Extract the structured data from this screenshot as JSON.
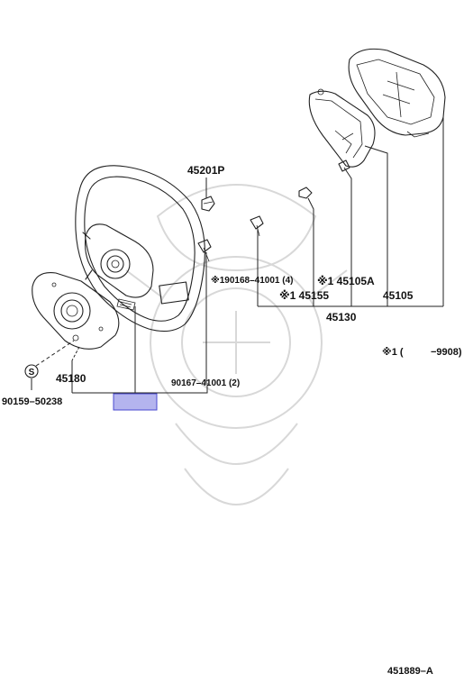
{
  "diagram": {
    "labels": {
      "p45201p": "45201P",
      "p90168": "※190168–41001 (4)",
      "p45105a": "※1 45105A",
      "p45155": "※1 45155",
      "p45105": "45105",
      "p45130": "45130",
      "p45180": "45180",
      "p90167": "90167–41001 (2)",
      "p90159": "90159–50238",
      "s_symbol": "S",
      "note_prefix": "※1 (",
      "note_date": "−9908)",
      "figure_code": "451889–A"
    },
    "colors": {
      "ink": "#222222",
      "highlight_fill": "#b4b4ee",
      "highlight_stroke": "#4a4ad0",
      "watermark": "#d8d8d8"
    }
  }
}
